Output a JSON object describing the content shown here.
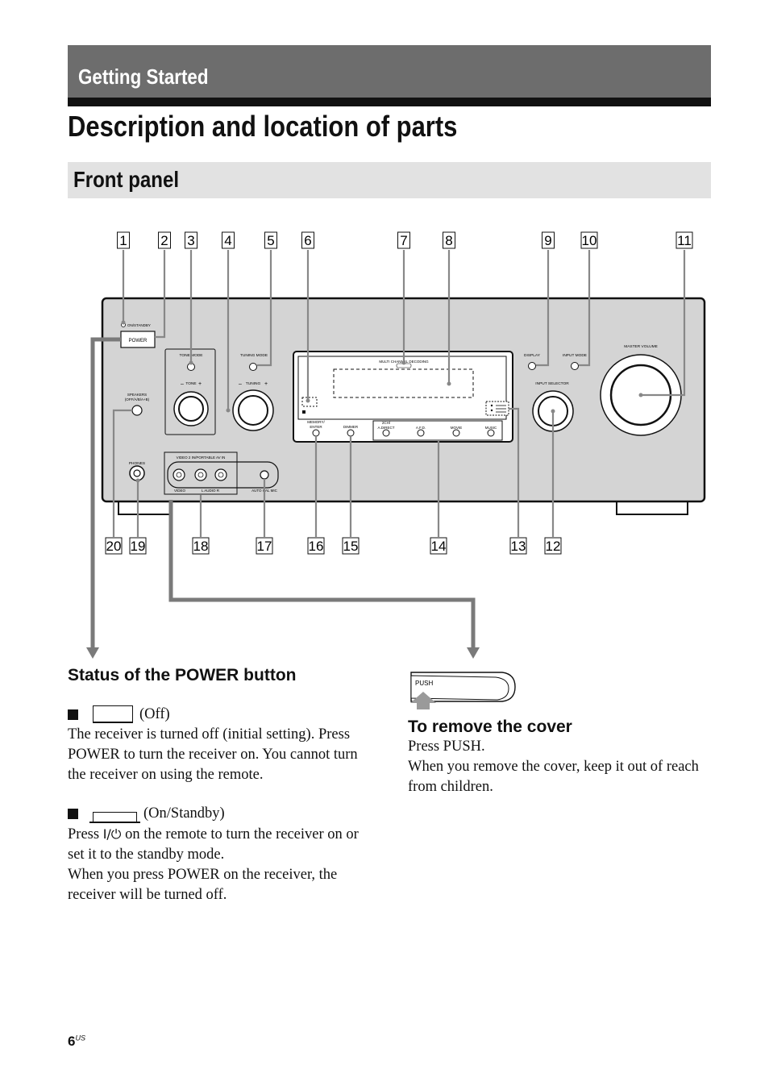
{
  "header": {
    "section": "Getting Started",
    "title": "Description and location of parts",
    "subsection": "Front panel"
  },
  "callouts": {
    "top": [
      "1",
      "2",
      "3",
      "4",
      "5",
      "6",
      "7",
      "8",
      "9",
      "10",
      "11"
    ],
    "bottom": [
      "20",
      "19",
      "18",
      "17",
      "16",
      "15",
      "14",
      "13",
      "12"
    ]
  },
  "panel_labels": {
    "on_standby": "ON/STANDBY",
    "power": "POWER",
    "tone_mode": "TONE MODE",
    "tone": "TONE",
    "tuning_mode": "TUNING MODE",
    "tuning": "TUNING",
    "multi_channel": "MULTI CHANNEL DECODING",
    "display": "DISPLAY",
    "input_mode": "INPUT MODE",
    "master_volume": "MASTER VOLUME",
    "input_selector": "INPUT SELECTOR",
    "speakers_1": "SPEAKERS",
    "speakers_2": "(OFF/A/B/A+B)",
    "phones": "PHONES",
    "video2": "VIDEO 2 IN/PORTABLE AV IN",
    "video": "VIDEO",
    "audio_lr": "L  AUDIO  R",
    "auto_cal": "AUTO CAL MIC",
    "memory_1": "MEMORY/",
    "memory_2": "ENTER",
    "dimmer": "DIMMER",
    "adirect_1": "2CH/",
    "adirect_2": "A.DIRECT",
    "afd": "A.F.D.",
    "movie": "MOVIE",
    "music": "MUSIC",
    "plus": "+",
    "minus": "–"
  },
  "status_section": {
    "heading": "Status of the POWER button",
    "off_label": "(Off)",
    "off_desc": "The receiver is turned off (initial setting). Press POWER to turn the receiver on. You cannot turn the receiver on using the remote.",
    "on_label": "(On/Standby)",
    "on_desc_pre": "Press",
    "on_desc_symbol": "I/⏻",
    "on_desc_post": "on the remote to turn the receiver on or set it to the standby mode.",
    "on_desc_2": "When you press POWER on the receiver, the receiver will be turned off."
  },
  "cover_section": {
    "push_label": "PUSH",
    "heading": "To remove the cover",
    "line1": "Press PUSH.",
    "line2": "When you remove the cover, keep it out of reach from children."
  },
  "footer": {
    "page": "6",
    "suffix": "US"
  }
}
